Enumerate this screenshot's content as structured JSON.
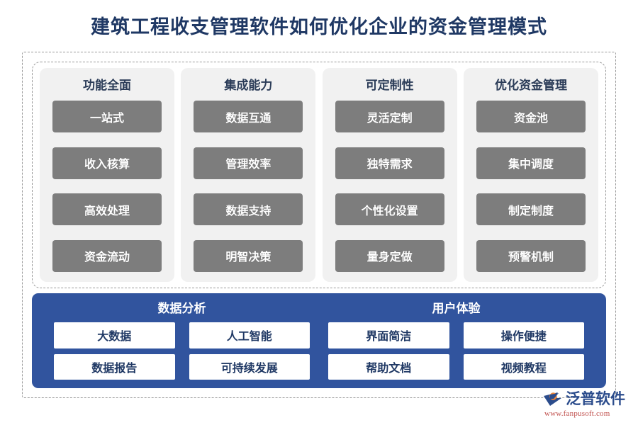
{
  "page": {
    "title": "建筑工程收支管理软件如何优化企业的资金管理模式",
    "accent_blue": "#31549E",
    "title_color": "#1F3864",
    "chip_gray": "#7D7D7D",
    "card_bg": "#F1F1F1"
  },
  "features": {
    "columns": [
      {
        "title": "功能全面",
        "items": [
          "一站式",
          "收入核算",
          "高效处理",
          "资金流动"
        ]
      },
      {
        "title": "集成能力",
        "items": [
          "数据互通",
          "管理效率",
          "数据支持",
          "明智决策"
        ]
      },
      {
        "title": "可定制性",
        "items": [
          "灵活定制",
          "独特需求",
          "个性化设置",
          "量身定做"
        ]
      },
      {
        "title": "优化资金管理",
        "items": [
          "资金池",
          "集中调度",
          "制定制度",
          "预警机制"
        ]
      }
    ]
  },
  "blue_panel": {
    "groups": [
      {
        "title": "数据分析",
        "items": [
          "大数据",
          "人工智能",
          "数据报告",
          "可持续发展"
        ]
      },
      {
        "title": "用户体验",
        "items": [
          "界面简洁",
          "操作便捷",
          "帮助文档",
          "视频教程"
        ]
      }
    ]
  },
  "watermark": {
    "brand": "泛普软件",
    "url": "www.fanpusoft.com"
  }
}
